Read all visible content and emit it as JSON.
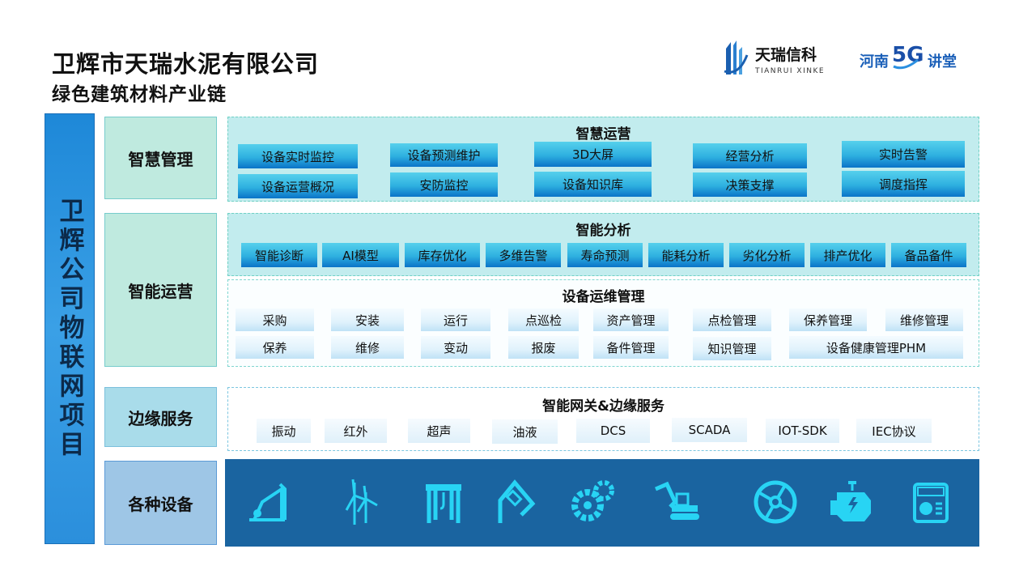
{
  "header": {
    "title": "卫辉市天瑞水泥有限公司",
    "subtitle": "绿色建筑材料产业链"
  },
  "logos": {
    "tianrui_cn": "天瑞信科",
    "tianrui_en": "TIANRUI XINKE",
    "henan_5g": "河南5G讲堂"
  },
  "side_label": "卫辉公司物联网项目",
  "layers": [
    {
      "label": "智慧管理"
    },
    {
      "label": "智能运营"
    },
    {
      "label": "边缘服务"
    },
    {
      "label": "各种设备"
    }
  ],
  "smart_ops": {
    "title": "智慧运营",
    "items": [
      "设备实时监控",
      "设备运营概况",
      "设备预测维护",
      "安防监控",
      "3D大屏",
      "设备知识库",
      "经营分析",
      "决策支撑",
      "实时告警",
      "调度指挥"
    ]
  },
  "smart_analysis": {
    "title": "智能分析",
    "items": [
      "智能诊断",
      "AI模型",
      "库存优化",
      "多维告警",
      "寿命预测",
      "能耗分析",
      "劣化分析",
      "排产优化",
      "备品备件"
    ]
  },
  "maintenance": {
    "title": "设备运维管理",
    "items": [
      "采购",
      "安装",
      "运行",
      "点巡检",
      "资产管理",
      "点检管理",
      "保养管理",
      "维修管理",
      "保养",
      "维修",
      "变动",
      "报废",
      "备件管理",
      "知识管理",
      "设备健康管理PHM"
    ]
  },
  "edge": {
    "title": "智能网关&边缘服务",
    "items": [
      "振动",
      "红外",
      "超声",
      "油液",
      "DCS",
      "SCADA",
      "IOT-SDK",
      "IEC协议"
    ]
  },
  "devices": {
    "icons": [
      "oil-pump-icon",
      "wind-turbine-icon",
      "gantry-crane-icon",
      "conveyor-icon",
      "gears-icon",
      "excavator-icon",
      "wheel-icon",
      "engine-icon",
      "generator-icon"
    ]
  },
  "colors": {
    "band": "#2b8fdc",
    "device_bg": "#1a64a0",
    "icon": "#28d4f4",
    "mint": "#bfeadf"
  }
}
